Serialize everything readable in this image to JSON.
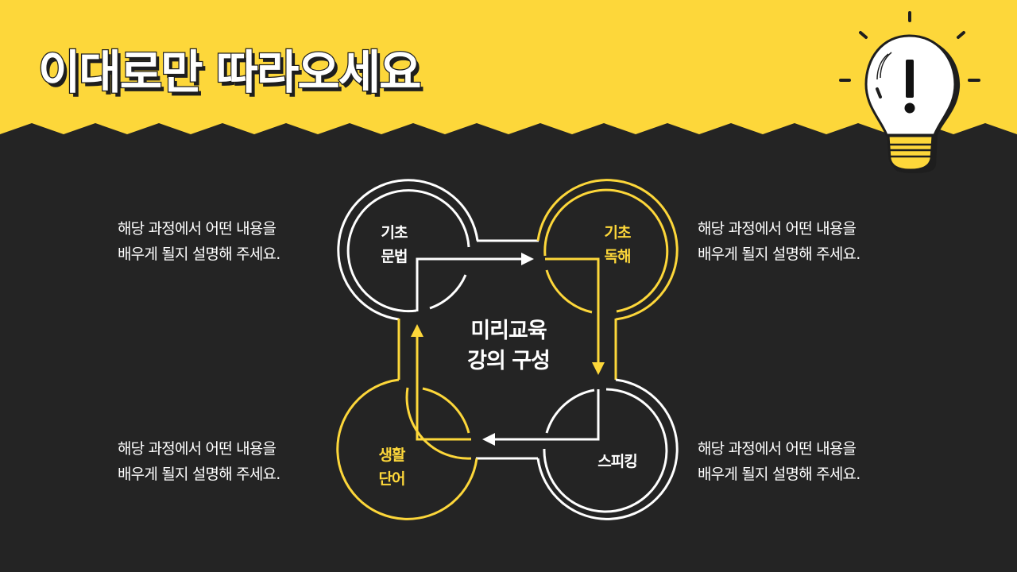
{
  "colors": {
    "yellow": "#FDD73A",
    "dark": "#242424",
    "white": "#FFFFFF"
  },
  "header": {
    "title": "이대로만 따라오세요",
    "icon": "lightbulb-exclamation-icon"
  },
  "diagram": {
    "center": {
      "line1": "미리교육",
      "line2": "강의 구성"
    },
    "nodes": [
      {
        "id": "top-left",
        "line1": "기초",
        "line2": "문법",
        "color": "#FFFFFF"
      },
      {
        "id": "top-right",
        "line1": "기초",
        "line2": "독해",
        "color": "#FDD73A"
      },
      {
        "id": "bottom-right",
        "line1": "스피킹",
        "line2": "",
        "color": "#FFFFFF"
      },
      {
        "id": "bottom-left",
        "line1": "생활",
        "line2": "단어",
        "color": "#FDD73A"
      }
    ]
  },
  "descriptions": [
    {
      "position": "top-left",
      "line1": "해당 과정에서 어떤 내용을",
      "line2": "배우게 될지 설명해 주세요."
    },
    {
      "position": "top-right",
      "line1": "해당 과정에서 어떤 내용을",
      "line2": "배우게 될지 설명해 주세요."
    },
    {
      "position": "bottom-left",
      "line1": "해당 과정에서 어떤 내용을",
      "line2": "배우게 될지 설명해 주세요."
    },
    {
      "position": "bottom-right",
      "line1": "해당 과정에서 어떤 내용을",
      "line2": "배우게 될지 설명해 주세요."
    }
  ]
}
